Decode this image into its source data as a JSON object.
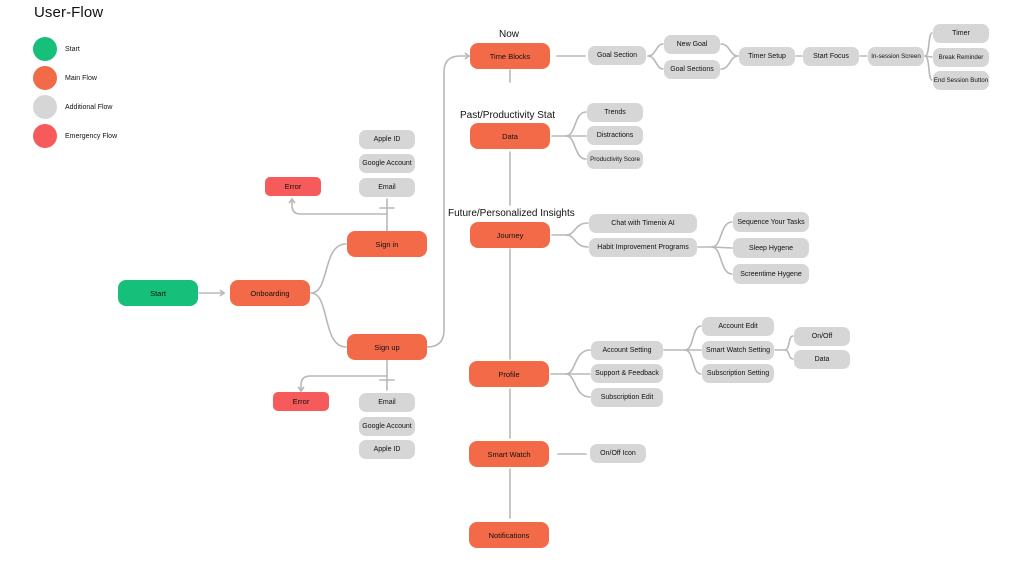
{
  "title": "User-Flow",
  "colors": {
    "start": "#16c07a",
    "main": "#f36a49",
    "additional": "#d6d6d6",
    "emergency": "#f75a5a",
    "connector": "#b8b8b8"
  },
  "legend": [
    {
      "label": "Start",
      "color": "#16c07a"
    },
    {
      "label": "Main Flow",
      "color": "#f36a49"
    },
    {
      "label": "Additional Flow",
      "color": "#d6d6d6"
    },
    {
      "label": "Emergency Flow",
      "color": "#f75a5a"
    }
  ],
  "headings": {
    "now": "Now",
    "past": "Past/Productivity Stat",
    "future": "Future/Personalized Insights"
  },
  "nodes": {
    "start": "Start",
    "onboarding": "Onboarding",
    "sign_in": "Sign in",
    "sign_up": "Sign up",
    "error_top": "Error",
    "error_bottom": "Error",
    "signin_apple": "Apple ID",
    "signin_google": "Google Account",
    "signin_email": "Email",
    "signup_email": "Email",
    "signup_google": "Google Account",
    "signup_apple": "Apple ID",
    "time_blocks": "Time Blocks",
    "data": "Data",
    "journey": "Journey",
    "profile": "Profile",
    "smart_watch": "Smart Watch",
    "notifications": "Notifications",
    "goal_section": "Goal Section",
    "new_goal": "New Goal",
    "goal_sections": "Goal Sections",
    "timer_setup": "Timer Setup",
    "start_focus": "Start Focus",
    "in_session_screen": "In-session Screen",
    "timer": "Timer",
    "break_reminder": "Break Reminder",
    "end_session_button": "End Session Button",
    "trends": "Trends",
    "distractions": "Distractions",
    "productivity_score": "Productivity Score",
    "chat_timenix": "Chat with Timenix AI",
    "habit_programs": "Habit Improvement Programs",
    "sequence_tasks": "Sequence Your Tasks",
    "sleep_hygene": "Sleep Hygene",
    "screentime_hygene": "Screentime Hygene",
    "account_setting": "Account Setting",
    "support_feedback": "Support & Feedback",
    "subscription_edit": "Subscription Edit",
    "account_edit": "Account Edit",
    "smart_watch_setting": "Smart Watch Setting",
    "subscription_setting": "Subscription Setting",
    "on_off": "On/Off",
    "profile_data": "Data",
    "on_off_icon": "On/Off Icon"
  }
}
